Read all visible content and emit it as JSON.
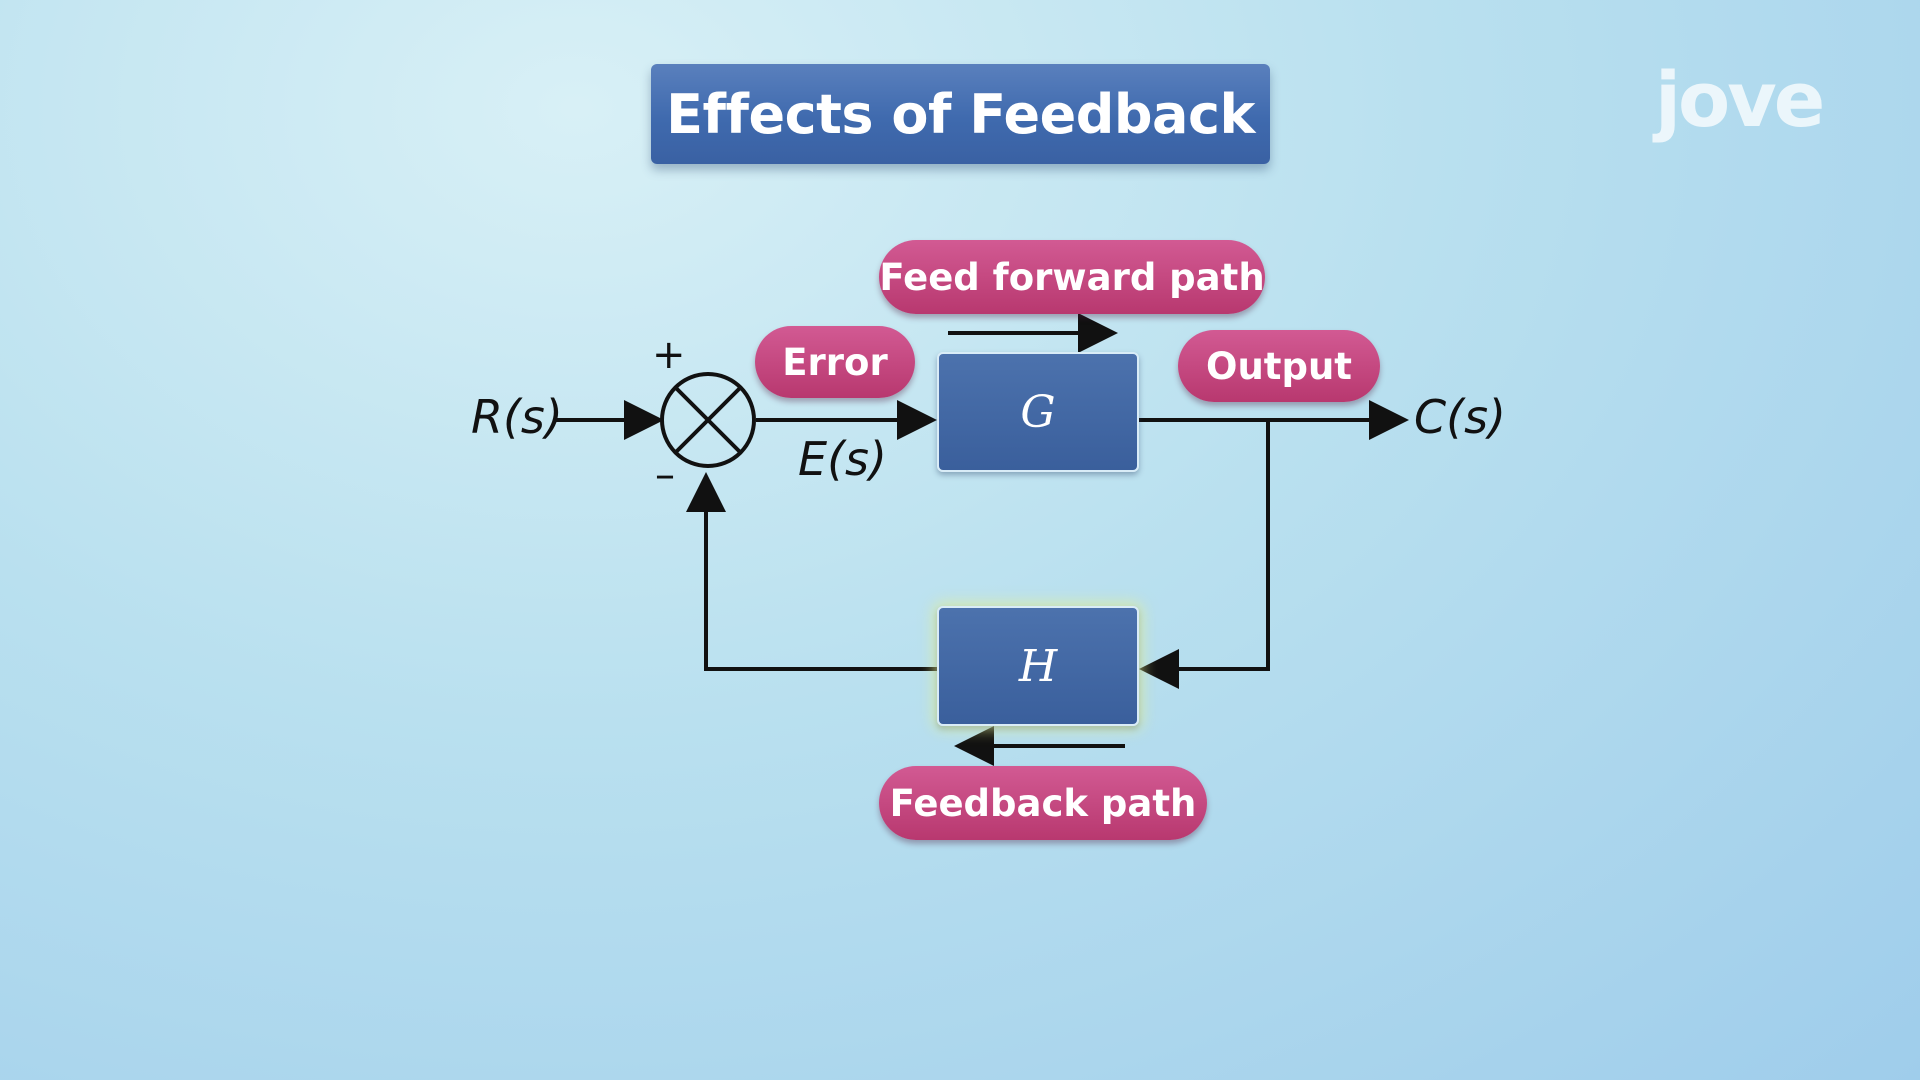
{
  "title": "Effects of Feedback",
  "logo_text": "jove",
  "labels": {
    "feed_forward_path": "Feed forward path",
    "error": "Error",
    "output": "Output",
    "feedback_path": "Feedback path"
  },
  "blocks": {
    "forward": "G",
    "feedback": "H"
  },
  "signals": {
    "input": "R(s)",
    "error": "E(s)",
    "output": "C(s)"
  },
  "summing_junction": {
    "plus_sign": "+",
    "minus_sign": "–"
  },
  "colors": {
    "title_box": "#4a72b3",
    "label_pill": "#c1427b",
    "block": "#3f64a2",
    "wire": "#111111"
  }
}
